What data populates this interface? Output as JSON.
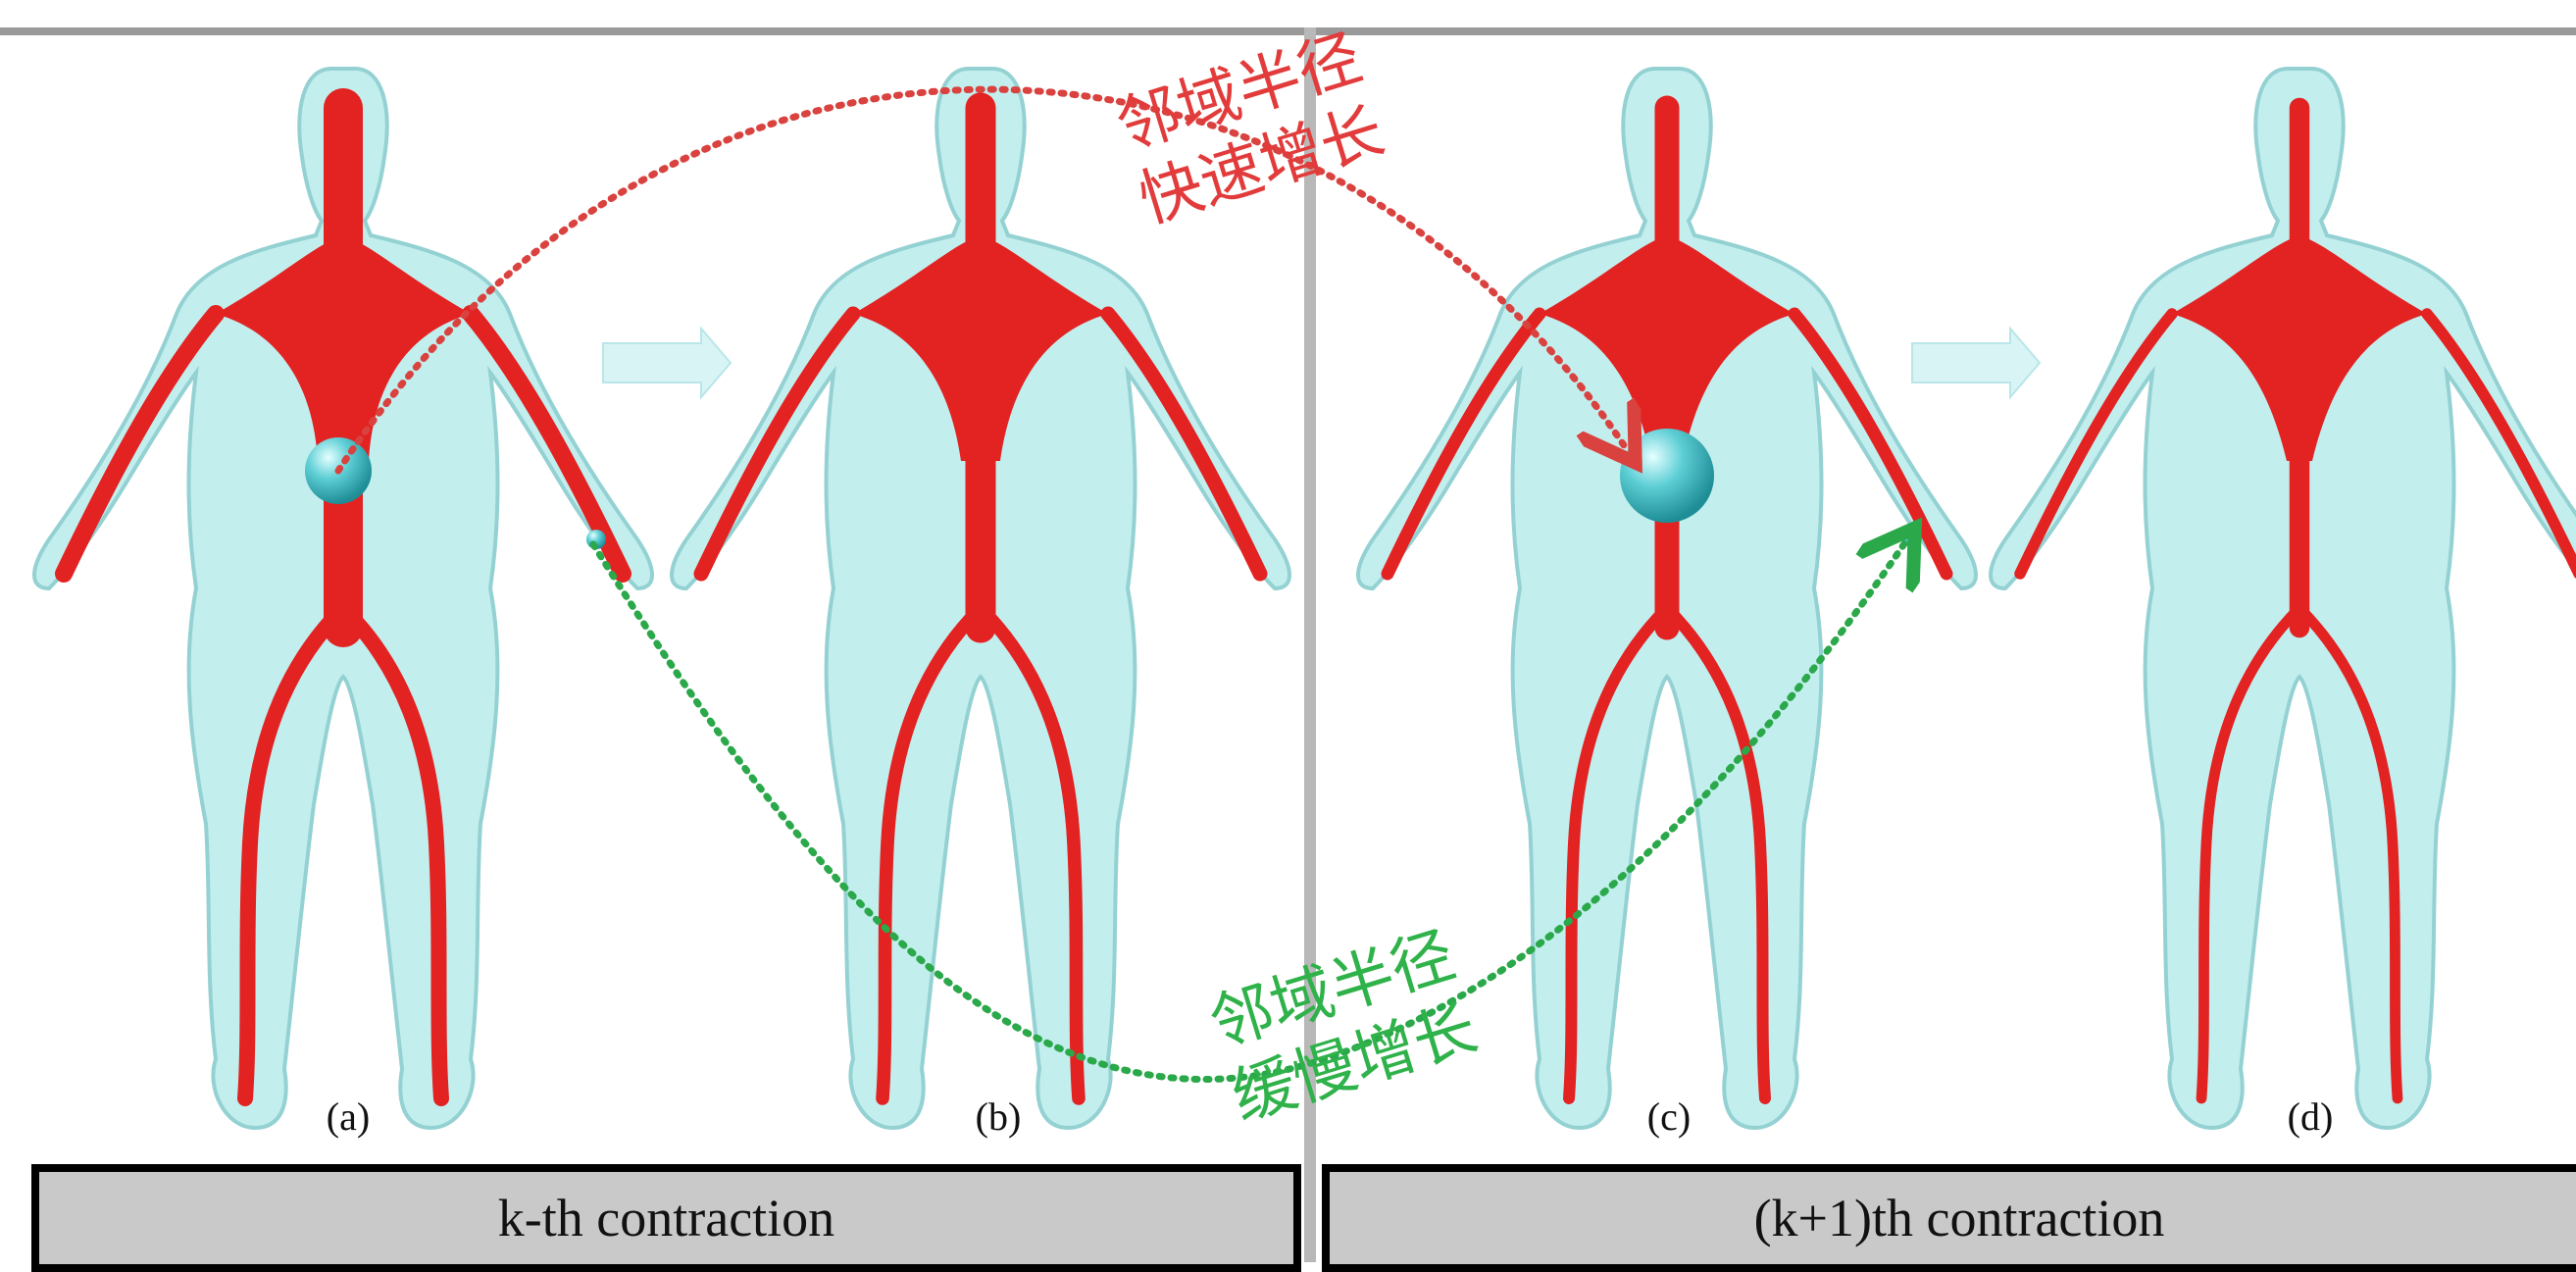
{
  "panels": [
    {
      "label": "(a)",
      "skeleton": "thick",
      "ball": "torso-small"
    },
    {
      "label": "(b)",
      "skeleton": "medium",
      "ball": null
    },
    {
      "label": "(c)",
      "skeleton": "thin",
      "ball": "torso-large"
    },
    {
      "label": "(d)",
      "skeleton": "thinnest",
      "ball": null
    }
  ],
  "captions": {
    "left": "k-th contraction",
    "right": "(k+1)th contraction"
  },
  "annotations": {
    "fast": "邻域半径\n快速增长",
    "slow": "邻域半径\n缓慢增长"
  },
  "colors": {
    "body": "#bfeeee",
    "body_edge": "#8fcfd0",
    "skeleton": "#e32222",
    "ball": "#48c3cb",
    "arrow": "#d8f4f5",
    "fast_curve": "#d9423e",
    "slow_curve": "#2aa84a",
    "caption_bg": "#c9c9c9"
  }
}
